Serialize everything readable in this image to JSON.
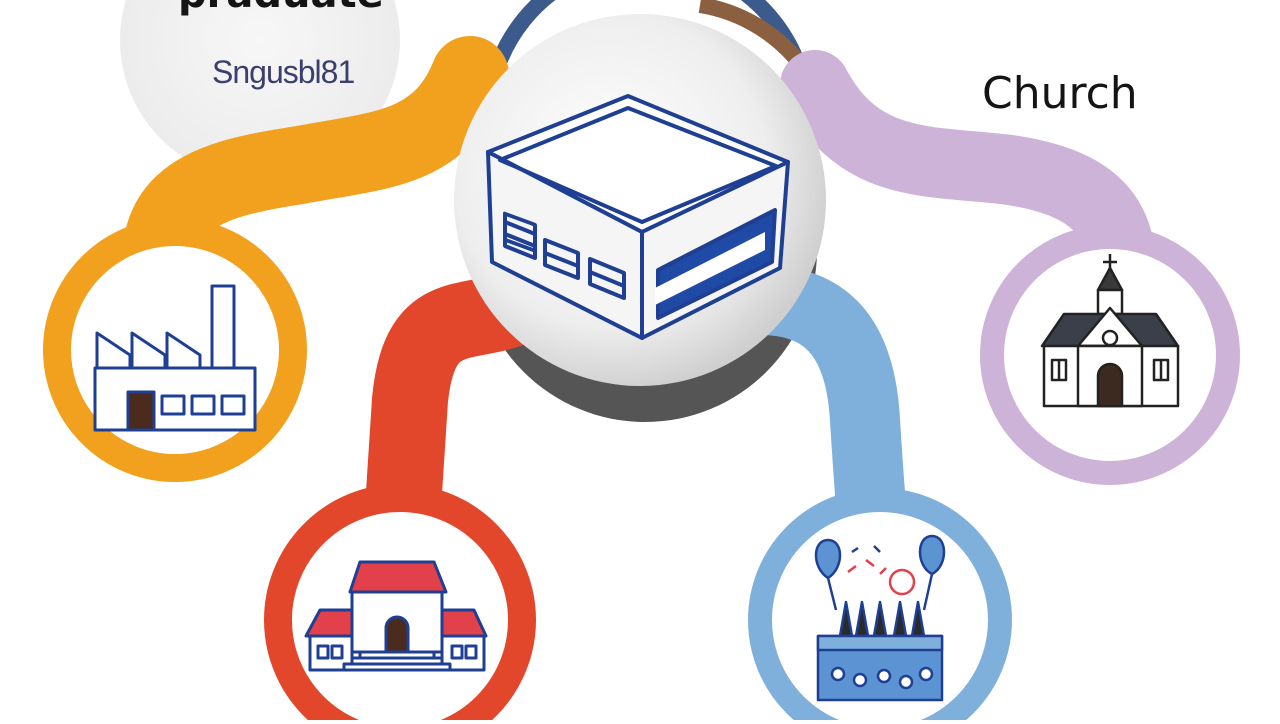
{
  "diagram": {
    "top_left_title": "praduate",
    "top_left_subtitle": "Sngusbl81",
    "right_label": "Church",
    "center_icon": "warehouse-icon",
    "branches": [
      {
        "name": "factory",
        "icon": "factory-icon",
        "color": "#f2a11f"
      },
      {
        "name": "school",
        "icon": "school-building-icon",
        "color": "#e2472b"
      },
      {
        "name": "celebration",
        "icon": "party-balloons-icon",
        "color": "#7fb0dc"
      },
      {
        "name": "church",
        "icon": "church-icon",
        "color": "#cdb3d8"
      }
    ],
    "colors": {
      "icon_stroke": "#1f3f93",
      "hub_shadow": "#555555"
    }
  }
}
